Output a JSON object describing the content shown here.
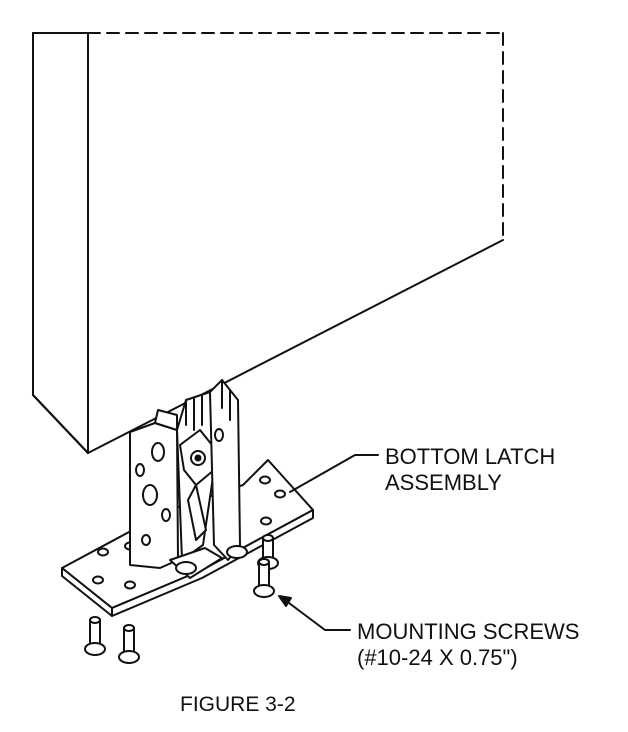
{
  "figure": {
    "caption": "FIGURE 3-2",
    "callouts": [
      {
        "id": "bottom-latch-assembly",
        "lines": [
          "BOTTOM LATCH",
          "ASSEMBLY"
        ]
      },
      {
        "id": "mounting-screws",
        "lines": [
          "MOUNTING SCREWS",
          "(#10-24 X 0.75\")"
        ]
      }
    ]
  },
  "colors": {
    "line": "#111111",
    "background": "#ffffff"
  }
}
